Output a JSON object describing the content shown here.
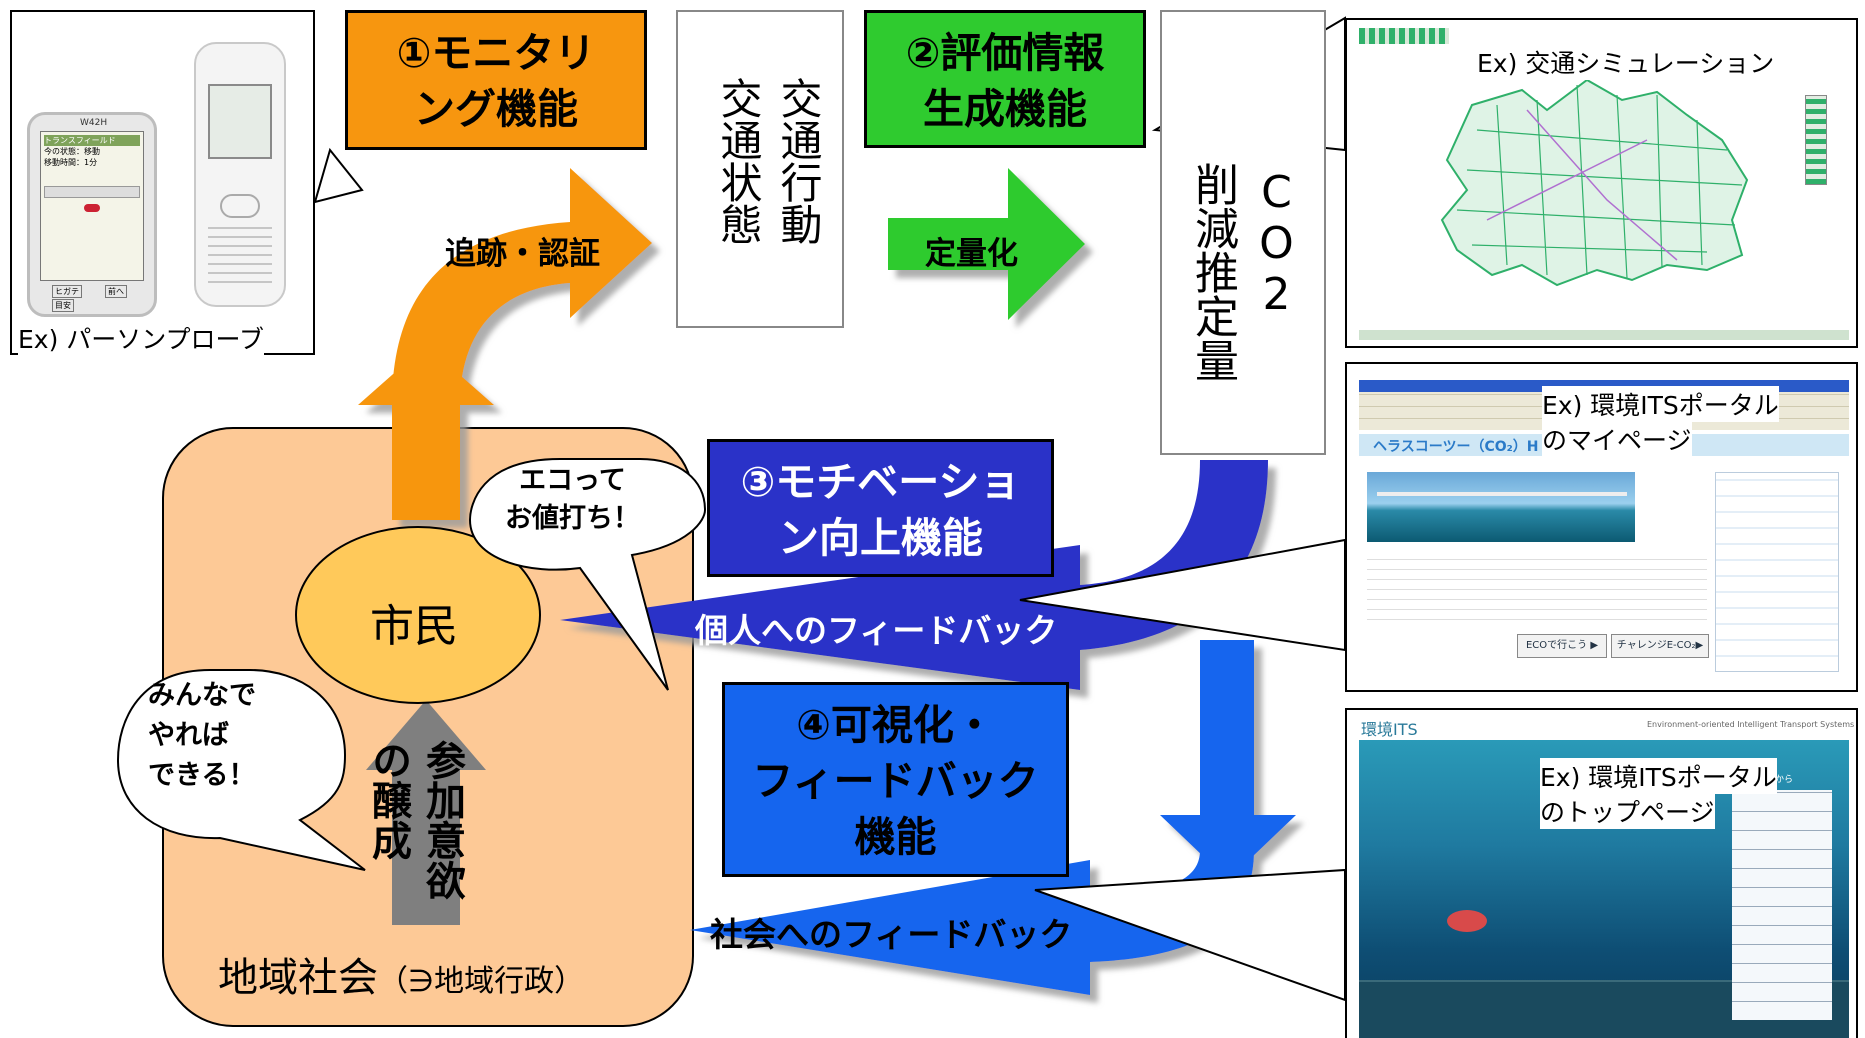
{
  "func1": {
    "line1": "①モニタリ",
    "line2": "ング機能"
  },
  "func2": {
    "line1": "②評価情報",
    "line2": "生成機能"
  },
  "func3": {
    "line1": "③モチベーショ",
    "line2": "ン向上機能"
  },
  "func4": {
    "line1": "④可視化・",
    "line2": "フィードバック",
    "line3": "機能"
  },
  "box_traffic": {
    "col1": "交通行動",
    "col2": "交通状態"
  },
  "box_co2": {
    "col1": "CO2",
    "col2": "削減推定量"
  },
  "arrows": {
    "track": "追跡・認証",
    "quantify": "定量化",
    "individual_feedback": "個人へのフィードバック",
    "social_feedback": "社会へのフィードバック",
    "participation_col1": "参加意欲",
    "participation_col2": "の醸成"
  },
  "community": {
    "title": "地域社会",
    "sub": "（∋地域行政）",
    "citizen": "市民"
  },
  "bubbles": {
    "eco_1": "エコって",
    "eco_2": "お値打ち！",
    "all_1": "みんなで",
    "all_2": "やれば",
    "all_3": "できる！"
  },
  "examples": {
    "probe": "Ex) パーソンプローブ",
    "sim": "Ex) 交通シミュレーション",
    "mypage_1": "Ex) 環境ITSポータル",
    "mypage_2": "のマイページ",
    "top_1": "Ex) 環境ITSポータル",
    "top_2": "のトップページ"
  },
  "phone": {
    "brand": "W42H",
    "menu": "トランスフィールド",
    "status1": "今の状態：移動",
    "status2": "移動時間：1分",
    "btn1": "ヒガテ",
    "btn2": "前へ",
    "btn3": "目安"
  },
  "portal_mypage": {
    "banner": "ヘラスコーツー（CO₂）H",
    "btn1": "ECOで行こう ▶",
    "btn2": "チャレンジE-CO₂▶"
  },
  "portal_top": {
    "title": "環境ITS",
    "subtitle": "Environment-oriented Intelligent Transport Systems",
    "menu_head": "取得ここから"
  },
  "colors": {
    "orange": "#f7960f",
    "green": "#2fcb2f",
    "blue_dark": "#2a32c8",
    "blue": "#1565ee",
    "peach": "#fdc996",
    "citizen": "#ffc95a"
  }
}
